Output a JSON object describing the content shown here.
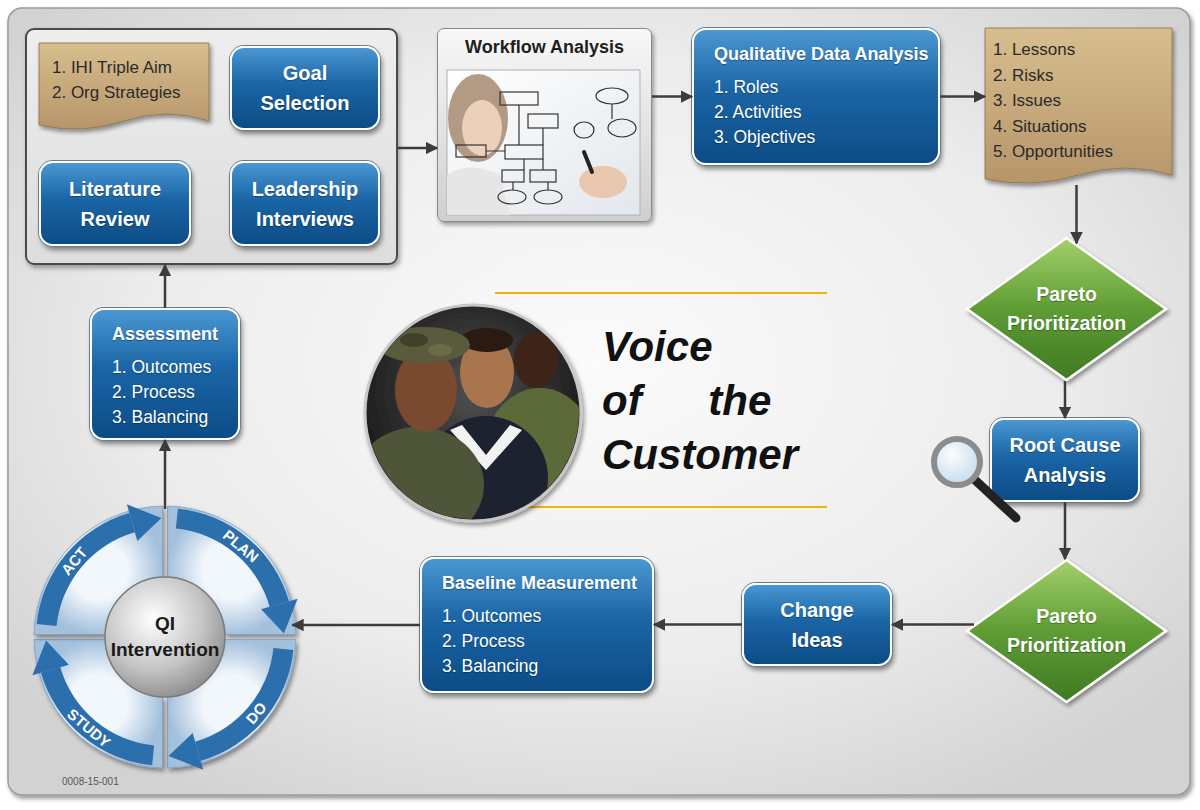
{
  "diagram": {
    "nodes": [
      {
        "text": []
      },
      {
        "text": [
          "1. IHI Triple Aim",
          "2. Org Strategies"
        ],
        "in": 0
      },
      {
        "text": [
          "Goal Selection"
        ],
        "in": 0
      },
      {
        "text": [
          "Literature Review"
        ],
        "in": 0
      },
      {
        "text": [
          "Leadership Interviews"
        ],
        "in": 0
      },
      {
        "text": [
          "Workflow Analysis"
        ]
      },
      {
        "text": [
          "Qualitative Data Analysis",
          "1. Roles",
          "2. Activities",
          "3. Objectives"
        ]
      },
      {
        "text": [
          "1. Lessons",
          "2. Risks",
          "3. Issues",
          "4. Situations",
          "5. Opportunities"
        ]
      },
      {
        "text": [
          "Pareto Prioritization"
        ]
      },
      {
        "text": [
          "Root Cause Analysis"
        ]
      },
      {
        "text": [
          "Pareto Prioritization"
        ]
      },
      {
        "text": [
          "Change Ideas"
        ]
      },
      {
        "text": [
          "Baseline Measurement",
          "1. Outcomes",
          "2. Process",
          "3. Balancing"
        ]
      },
      {
        "text": [
          "QI Intervention"
        ]
      },
      {
        "text": [
          "Assessment",
          "1. Outcomes",
          "2. Process",
          "3. Balancing"
        ]
      }
    ],
    "edges": [
      {
        "from": 0,
        "to": 5,
        "arrow": "to"
      },
      {
        "from": 5,
        "to": 6,
        "arrow": "to"
      },
      {
        "from": 6,
        "to": 7,
        "arrow": "to"
      },
      {
        "from": 7,
        "to": 8,
        "arrow": "to"
      },
      {
        "from": 8,
        "to": 9,
        "arrow": "to"
      },
      {
        "from": 9,
        "to": 10,
        "arrow": "to"
      },
      {
        "from": 10,
        "to": 11,
        "arrow": "to"
      },
      {
        "from": 11,
        "to": 12,
        "arrow": "to"
      },
      {
        "from": 12,
        "to": 13,
        "arrow": "to"
      },
      {
        "from": 13,
        "to": 14,
        "arrow": "to"
      },
      {
        "from": 14,
        "to": 0,
        "arrow": "to"
      }
    ],
    "labels": [
      "Voice of the Customer",
      "ACT",
      "PLAN",
      "DO",
      "STUDY",
      "0008-15-001"
    ]
  }
}
